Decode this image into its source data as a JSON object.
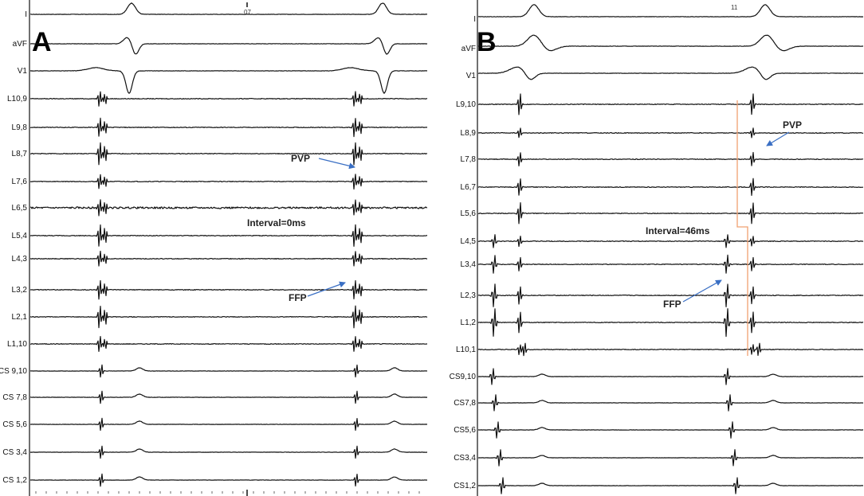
{
  "panels": [
    {
      "letter": "A",
      "marker_text": "07",
      "leads": [
        "I",
        "aVF",
        "V1",
        "L10,9",
        "L9,8",
        "L8,7",
        "L7,6",
        "L6,5",
        "L5,4",
        "L4,3",
        "L3,2",
        "L2,1",
        "L1,10",
        "CS 9,10",
        "CS  7,8",
        "CS 5,6",
        "CS 3,4",
        "CS 1,2"
      ],
      "interval_text": "Interval=0ms",
      "pvp_label": "PVP",
      "ffp_label": "FFP"
    },
    {
      "letter": "B",
      "marker_text": "11",
      "leads": [
        "I",
        "aVF",
        "V1",
        "L9,10",
        "L8,9",
        "L7,8",
        "L6,7",
        "L5,6",
        "L4,5",
        "L3,4",
        "L2,3",
        "L1,2",
        "L10,1",
        "CS9,10",
        "CS7,8",
        "CS5,6",
        "CS3,4",
        "CS1,2"
      ],
      "interval_text": "Interval=46ms",
      "pvp_label": "PVP",
      "ffp_label": "FFP"
    }
  ],
  "colors": {
    "trace": "#111111",
    "arrow": "#3a6fc4",
    "interval_line": "#f0a070"
  }
}
